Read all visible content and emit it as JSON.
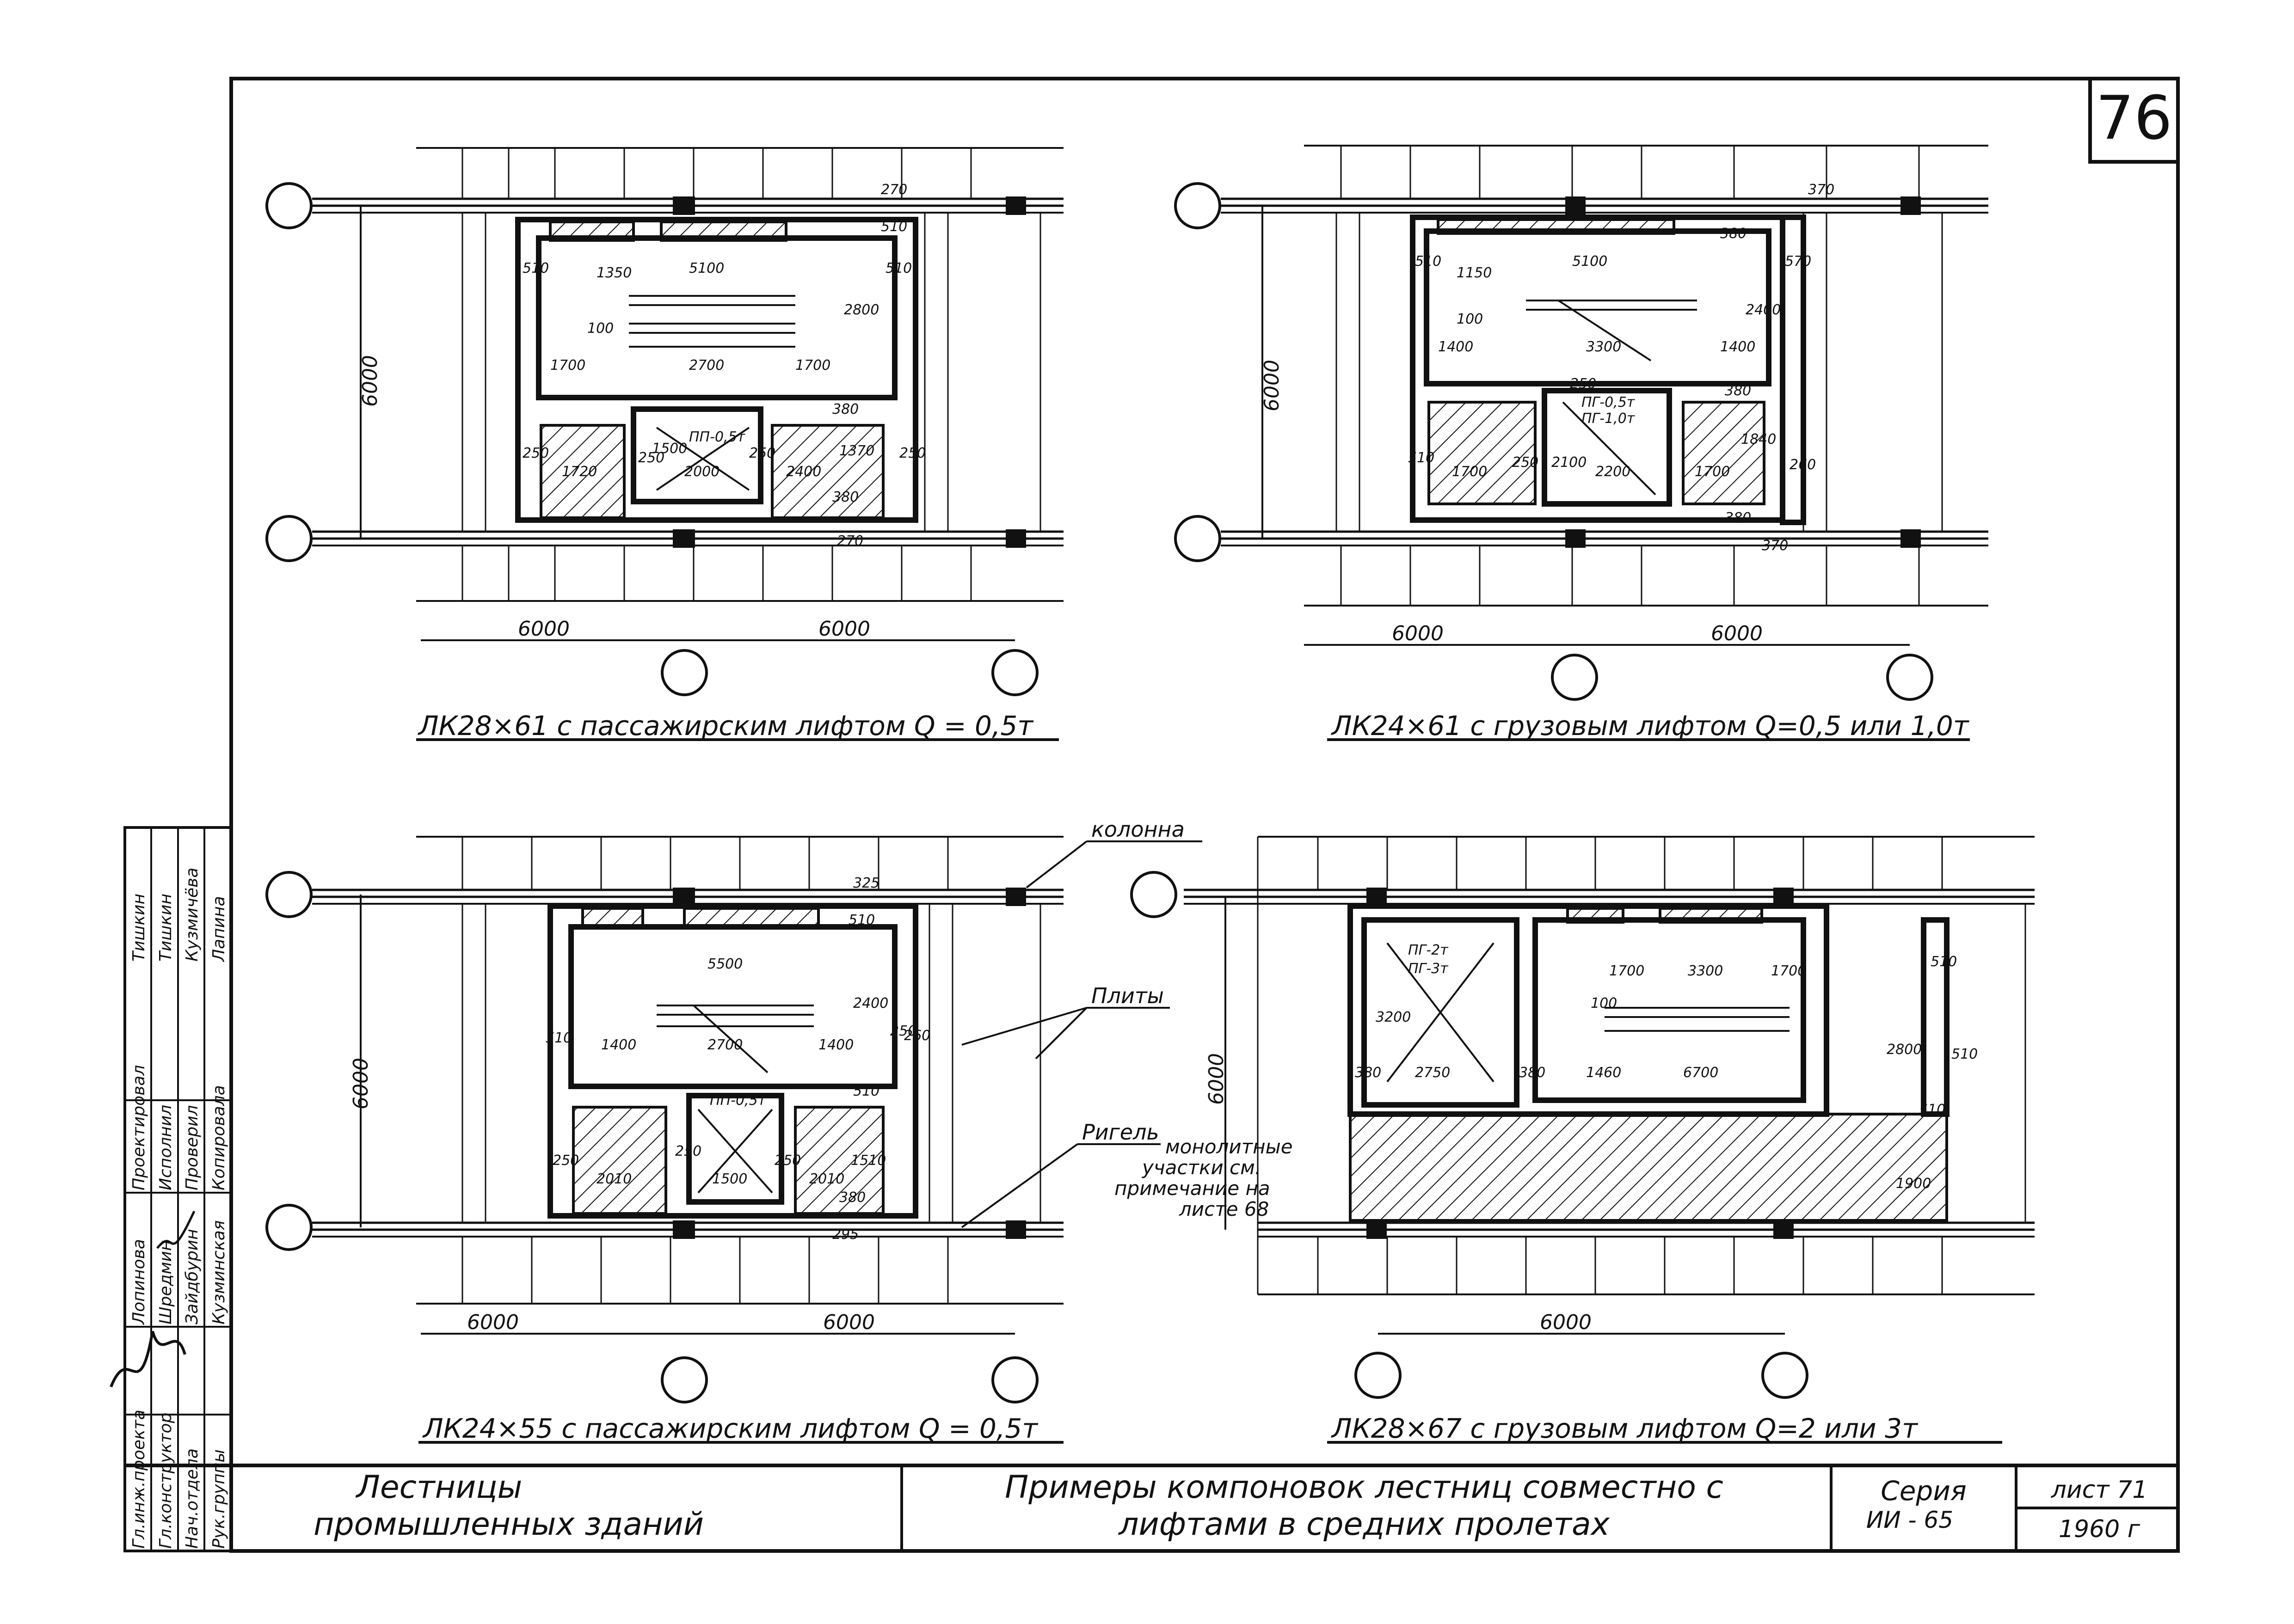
{
  "sheet": {
    "sheet_number": "76",
    "title_left_line1": "Лестницы",
    "title_left_line2": "промышленных зданий",
    "title_mid_line1": "Примеры компоновок лестниц совместно с",
    "title_mid_line2": "лифтами в средних пролетах",
    "series_label": "Серия",
    "series_value": "ИИ - 65",
    "list_label": "лист 71",
    "year": "1960 г"
  },
  "stamp": {
    "roles": [
      "Гл.инж.проекта",
      "Гл.конструктор",
      "Нач.отдела",
      "Рук.группы"
    ],
    "names_1": [
      "Лопинова",
      "Шредмин",
      "Зайдбурин",
      "Кузминская"
    ],
    "roles_2": [
      "Проектировал",
      "Исполнил",
      "Проверил",
      "Копировала"
    ],
    "names_2": [
      "Тишкин",
      "Тишкин",
      "Кузмичёва",
      "Лапина"
    ]
  },
  "plans": [
    {
      "caption": "ЛК28×61 с пассажирским лифтом Q = 0,5т",
      "dim_bottom_left": "6000",
      "dim_bottom_right": "6000",
      "dim_left": "6000",
      "dims": [
        "510",
        "1350",
        "5100",
        "510",
        "100",
        "2800",
        "1700",
        "2700",
        "1700",
        "380",
        "250",
        "1720",
        "250",
        "1500",
        "ПП-0,5т",
        "2000",
        "250",
        "2400",
        "1370",
        "250",
        "380",
        "270",
        "270",
        "510"
      ]
    },
    {
      "caption": "ЛК24×61 с грузовым лифтом Q=0,5 или 1,0т",
      "dim_bottom_left": "6000",
      "dim_bottom_right": "6000",
      "dim_left": "6000",
      "dims": [
        "510",
        "1150",
        "5100",
        "380",
        "570",
        "100",
        "2400",
        "1400",
        "3300",
        "1400",
        "250",
        "ПГ-0,5т",
        "ПГ-1,0т",
        "380",
        "510",
        "1700",
        "250",
        "2100",
        "2200",
        "1700",
        "1840",
        "260",
        "380",
        "370",
        "370"
      ]
    },
    {
      "caption": "ЛК24×55 с пассажирским лифтом Q = 0,5т",
      "dim_bottom_left": "6000",
      "dim_bottom_right": "6000",
      "dim_left": "6000",
      "dims": [
        "5500",
        "510",
        "1400",
        "2700",
        "1400",
        "2400",
        "250",
        "260",
        "ПП-0,5т",
        "250",
        "2010",
        "250",
        "1500",
        "250",
        "2010",
        "1510",
        "510",
        "380",
        "295",
        "325",
        "510"
      ]
    },
    {
      "caption": "ЛК28×67 с грузовым лифтом Q=2 или 3т",
      "dim_bottom": "6000",
      "dim_left": "6000",
      "dims": [
        "ПГ-2т",
        "ПГ-3т",
        "3200",
        "380",
        "2750",
        "380",
        "1700",
        "3300",
        "1700",
        "100",
        "1460",
        "6700",
        "2800",
        "510",
        "510",
        "1900",
        "510"
      ]
    }
  ],
  "labels": {
    "column": "колонна",
    "slabs": "Плиты",
    "beam": "Ригель",
    "monolithic_1": "монолитные",
    "monolithic_2": "участки см.",
    "monolithic_3": "примечание на",
    "monolithic_4": "листе 68"
  }
}
